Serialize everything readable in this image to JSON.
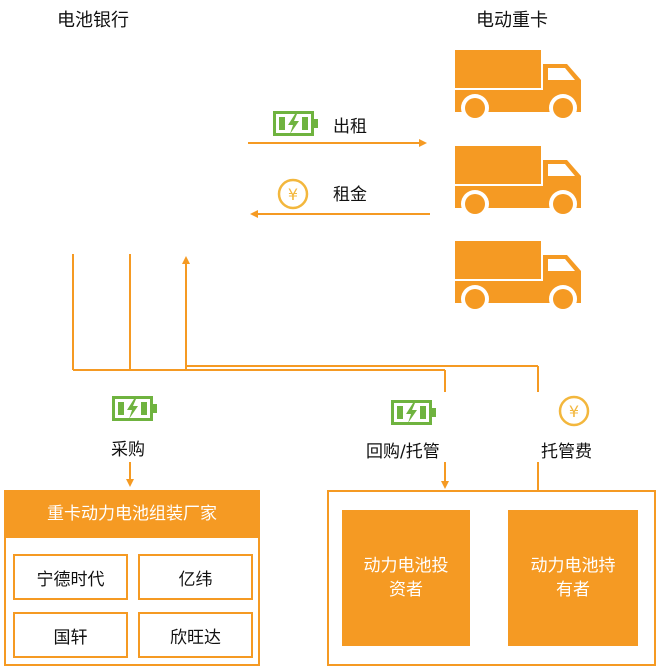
{
  "left_title": "电池银行",
  "right_title": "电动重卡",
  "flows": {
    "rent_out": "出租",
    "rent_fee": "租金",
    "purchase": "采购",
    "buyback": "回购/托管",
    "custody_fee": "托管费"
  },
  "manufacturers": {
    "header": "重卡动力电池组装厂家",
    "items": [
      "宁德时代",
      "亿纬",
      "国轩",
      "欣旺达"
    ]
  },
  "investors": {
    "items": [
      "动力电池投资者",
      "动力电池持有者"
    ]
  },
  "colors": {
    "accent": "#f59a23",
    "battery": "#6fb33f",
    "yen": "#f3b73d"
  }
}
